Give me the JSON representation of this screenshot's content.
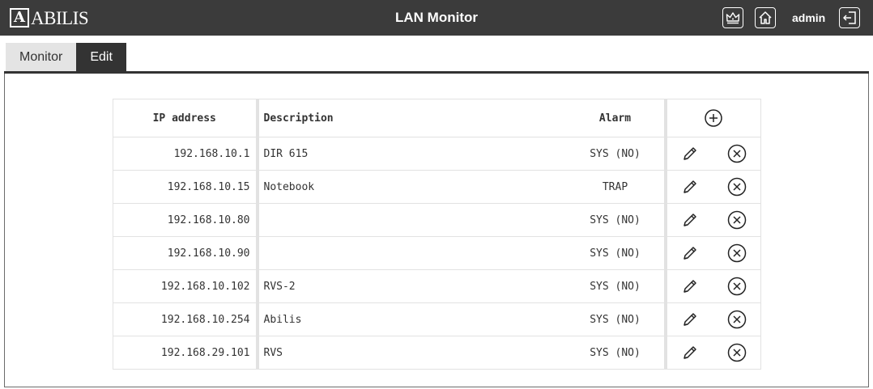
{
  "header": {
    "logo_letter": "A",
    "logo_text": "ABILIS",
    "title": "LAN Monitor",
    "user": "admin",
    "icons": [
      "crown-icon",
      "home-icon",
      "logout-icon"
    ]
  },
  "tabs": [
    {
      "label": "Monitor",
      "active": false
    },
    {
      "label": "Edit",
      "active": true
    }
  ],
  "table": {
    "columns": {
      "ip": "IP address",
      "description": "Description",
      "alarm": "Alarm"
    },
    "rows": [
      {
        "ip": "192.168.10.1",
        "description": "DIR 615",
        "alarm": "SYS (NO)"
      },
      {
        "ip": "192.168.10.15",
        "description": "Notebook",
        "alarm": "TRAP"
      },
      {
        "ip": "192.168.10.80",
        "description": "",
        "alarm": "SYS (NO)"
      },
      {
        "ip": "192.168.10.90",
        "description": "",
        "alarm": "SYS (NO)"
      },
      {
        "ip": "192.168.10.102",
        "description": "RVS-2",
        "alarm": "SYS (NO)"
      },
      {
        "ip": "192.168.10.254",
        "description": "Abilis",
        "alarm": "SYS (NO)"
      },
      {
        "ip": "192.168.29.101",
        "description": "RVS",
        "alarm": "SYS (NO)"
      }
    ]
  },
  "colors": {
    "header_bg": "#3b3b3b",
    "tab_active": "#333333",
    "tab_inactive": "#e4e4e4",
    "grid_line": "#e2e2e2"
  }
}
